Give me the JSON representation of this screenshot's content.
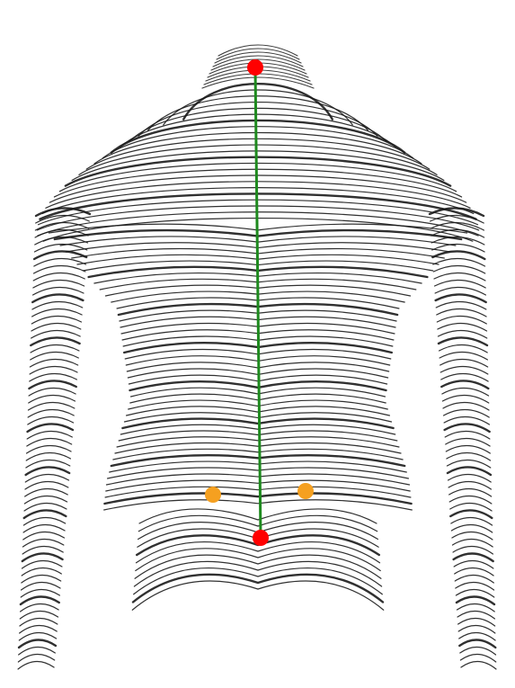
{
  "colors": {
    "background": "#ffffff",
    "contour_line": "#1a1a1a",
    "spine_line": "#1e8a1e",
    "endpoint_marker": "#ff0000",
    "dimple_marker": "#f5a020"
  },
  "markers": {
    "top_endpoint": {
      "color_key": "endpoint_marker"
    },
    "bottom_endpoint": {
      "color_key": "endpoint_marker"
    },
    "left_dimple": {
      "color_key": "dimple_marker"
    },
    "right_dimple": {
      "color_key": "dimple_marker"
    }
  }
}
